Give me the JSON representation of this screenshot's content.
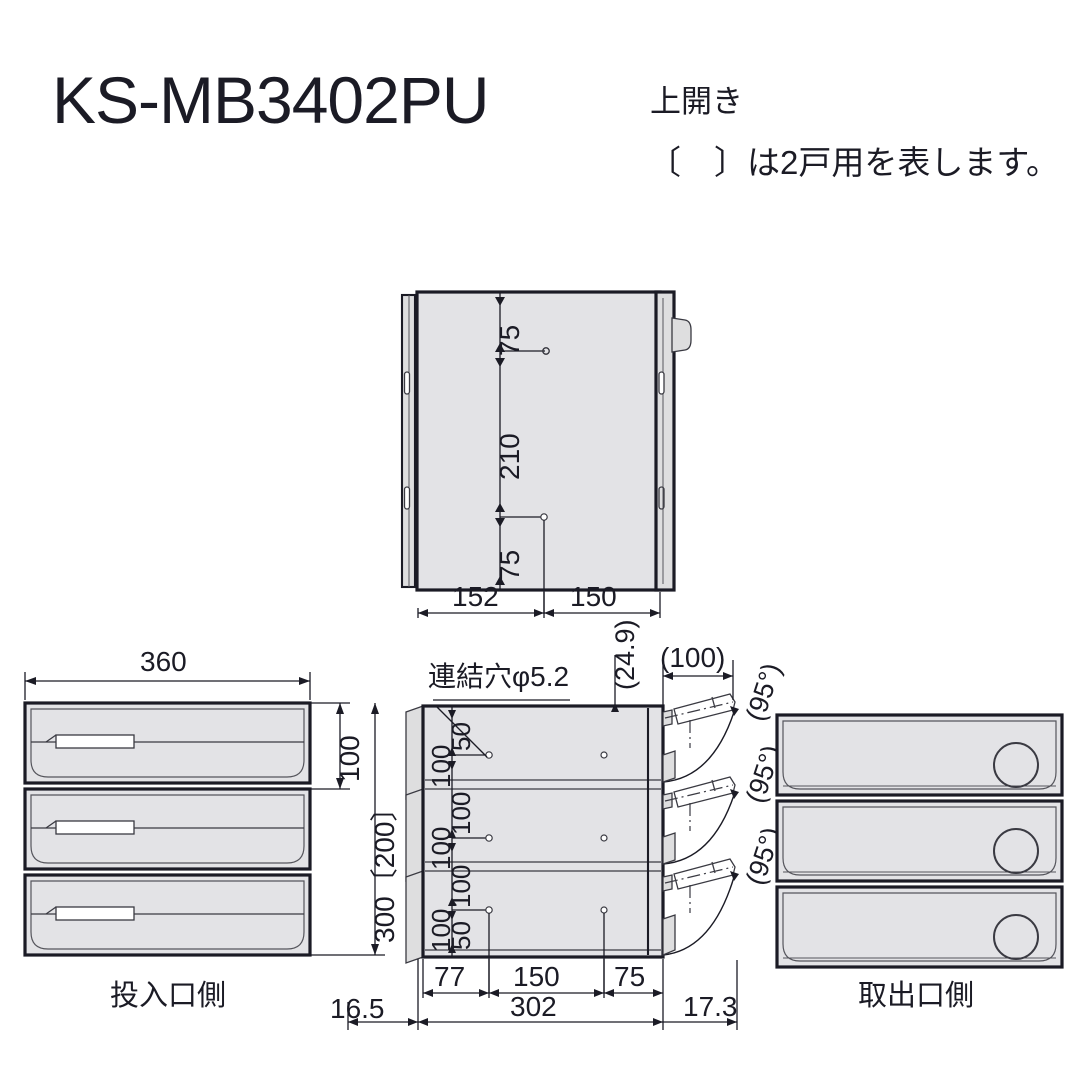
{
  "header": {
    "model": "KS-MB3402PU",
    "note_open_direction": "上開き",
    "note_bracket": "〔　〕は2戸用を表します。"
  },
  "views": {
    "top": {
      "name": "top-plan-view",
      "dims_vertical": [
        "75",
        "210",
        "75"
      ],
      "dims_horizontal": [
        "152",
        "150"
      ]
    },
    "front_insert": {
      "caption": "投入口側",
      "dim_width": "360",
      "dim_unit_height": "100",
      "dim_total_height": "300〔200〕",
      "dim_depth_left": "16.5"
    },
    "side_section": {
      "hole_label": "連結穴φ5.2",
      "dim_top_offset": "(24.9)",
      "dim_door_open": "(100)",
      "dims_vertical_outer": [
        "50",
        "100",
        "100",
        "50"
      ],
      "dims_vertical_inner": [
        "100",
        "100",
        "100"
      ],
      "dims_horizontal": [
        "77",
        "150",
        "75"
      ],
      "dim_total_width": "302",
      "dim_right_offset": "17.3",
      "angles": [
        "(95°)",
        "(95°)",
        "(95°)"
      ]
    },
    "rear_takeout": {
      "caption": "取出口側"
    }
  },
  "colors": {
    "ink": "#1b1b25",
    "body_fill": "#e3e3e6",
    "background": "#ffffff"
  },
  "chart_data": {
    "type": "table",
    "title": "KS-MB3402PU 上開き 外形寸法図",
    "xlabel": "",
    "ylabel": "",
    "grid": false,
    "legend": "none",
    "categories": [
      "top-plan-view",
      "front-insert-side-view",
      "side-section-view",
      "rear-takeout-side-view"
    ],
    "series": [
      {
        "name": "top-plan-view (mm)",
        "labels": [
          "75",
          "210",
          "75",
          "152",
          "150"
        ],
        "values": [
          75,
          210,
          75,
          152,
          150
        ]
      },
      {
        "name": "front-insert-side-view (mm)",
        "labels": [
          "360",
          "100",
          "300",
          "200",
          "16.5"
        ],
        "values": [
          360,
          100,
          300,
          200,
          16.5
        ]
      },
      {
        "name": "side-section-view (mm)",
        "labels": [
          "5.2",
          "24.9",
          "100",
          "50",
          "100",
          "100",
          "50",
          "100",
          "100",
          "100",
          "77",
          "150",
          "75",
          "302",
          "17.3",
          "95"
        ],
        "values": [
          5.2,
          24.9,
          100,
          50,
          100,
          100,
          50,
          100,
          100,
          100,
          77,
          150,
          75,
          302,
          17.3,
          95
        ]
      }
    ]
  }
}
